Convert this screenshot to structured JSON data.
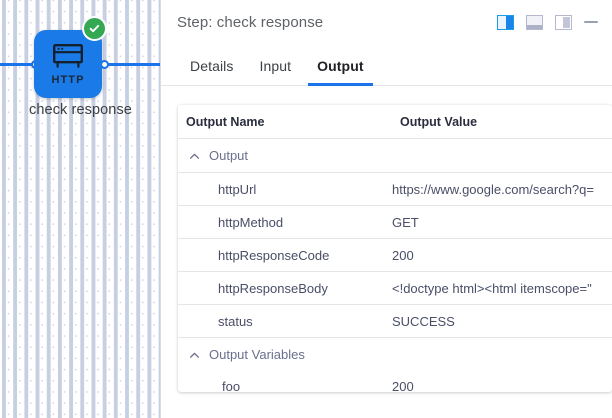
{
  "canvas": {
    "node": {
      "label": "check response",
      "icon": "http-node-icon",
      "icon_text": "HTTP",
      "status_badge": "success-check-icon",
      "color": "#1a7ae8",
      "badge_color": "#34a853"
    },
    "edge_color": "#1a73e8"
  },
  "panel": {
    "title": "Step: check response",
    "header_actions": [
      {
        "name": "layout-right-panel-active",
        "icon": "panel-right-icon",
        "active": true
      },
      {
        "name": "layout-bottom-panel",
        "icon": "panel-bottom-icon",
        "active": false
      },
      {
        "name": "layout-right-panel",
        "icon": "panel-side-icon",
        "active": false
      },
      {
        "name": "minimize-panel",
        "icon": "minimize-icon",
        "active": false
      }
    ],
    "tabs": [
      {
        "label": "Details",
        "active": false
      },
      {
        "label": "Input",
        "active": false
      },
      {
        "label": "Output",
        "active": true
      }
    ],
    "table": {
      "columns": [
        "Output Name",
        "Output Value"
      ],
      "groups": [
        {
          "label": "Output",
          "expanded": true,
          "rows": [
            {
              "name": "httpUrl",
              "value": "https://www.google.com/search?q="
            },
            {
              "name": "httpMethod",
              "value": "GET"
            },
            {
              "name": "httpResponseCode",
              "value": "200"
            },
            {
              "name": "httpResponseBody",
              "value": "<!doctype html><html itemscope=\""
            },
            {
              "name": "status",
              "value": "SUCCESS"
            }
          ]
        },
        {
          "label": "Output Variables",
          "expanded": true,
          "rows": [
            {
              "name": "foo",
              "value": "200"
            }
          ]
        }
      ]
    }
  },
  "colors": {
    "accent": "#1a73e8",
    "success": "#34a853",
    "text": "#3c4043",
    "muted": "#5f6368",
    "table_text": "#4a4e67"
  }
}
